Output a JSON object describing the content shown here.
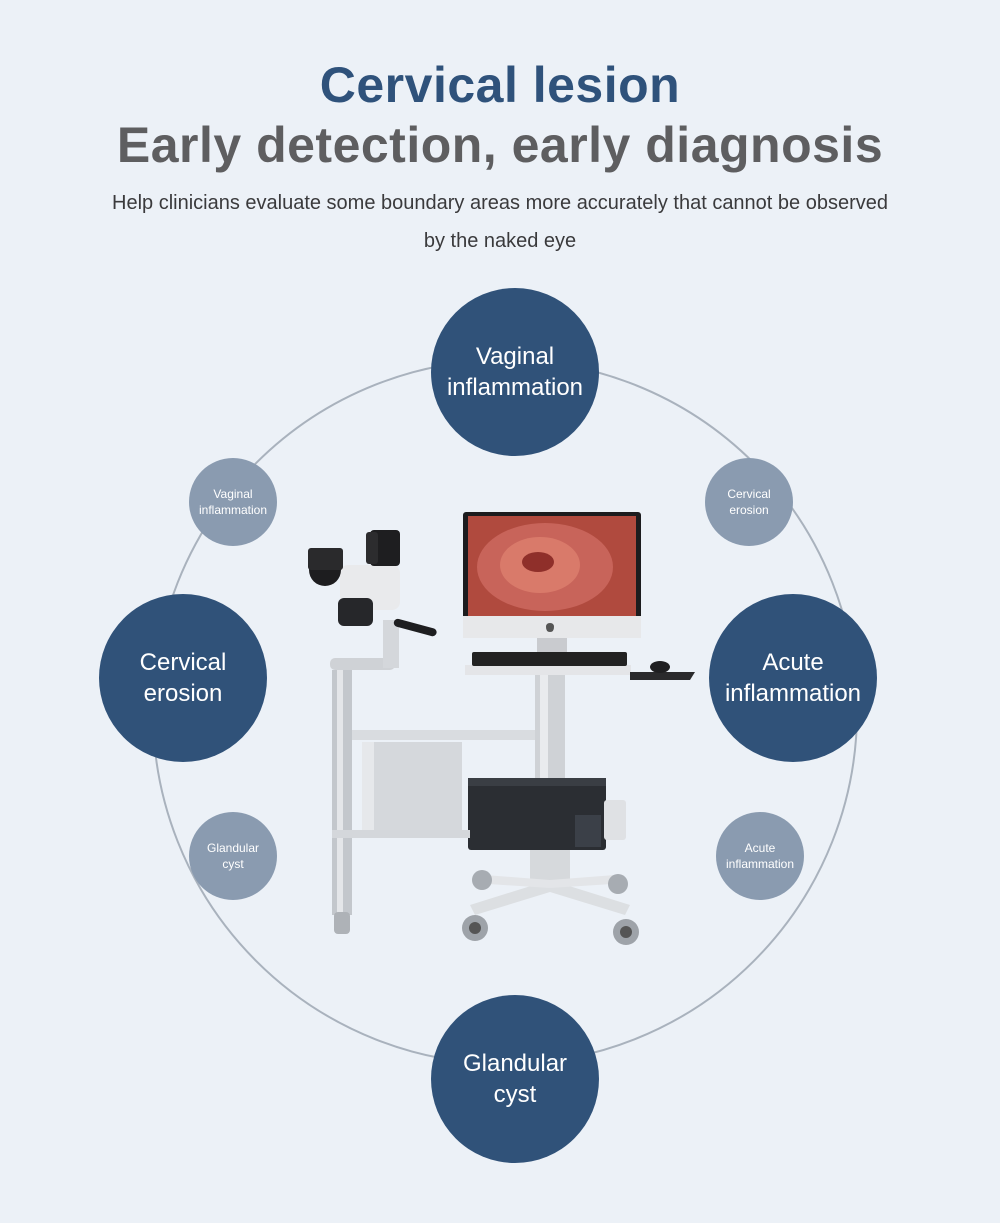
{
  "header": {
    "title_line1": "Cervical lesion",
    "title_line2": "Early detection, early diagnosis",
    "subtitle": "Help clinicians evaluate some boundary areas more accurately that cannot be observed by the naked eye"
  },
  "circles": {
    "top": "Vaginal inflammation",
    "left": "Cervical erosion",
    "right": "Acute inflammation",
    "bottom": "Glandular cyst",
    "small_top_left": "Vaginal inflammation",
    "small_top_right": "Cervical erosion",
    "small_bottom_left": "Glandular cyst",
    "small_bottom_right": "Acute inflammation"
  },
  "colors": {
    "background": "#ecf1f7",
    "primary_circle": "#305279",
    "secondary_circle": "#8a9bb0",
    "title_blue": "#2f527b",
    "title_gray": "#5e5e60"
  }
}
